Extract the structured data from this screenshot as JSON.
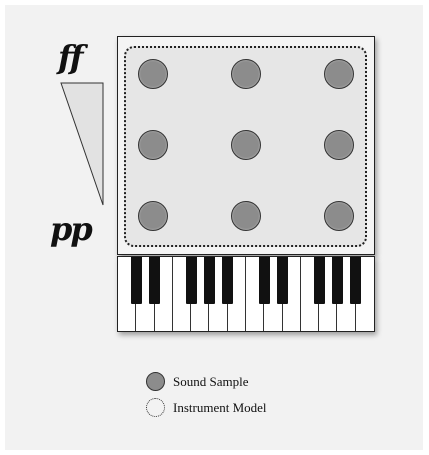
{
  "dynamics": {
    "top_label": "ff",
    "bottom_label": "pp"
  },
  "diagram": {
    "sample_grid": {
      "rows": 3,
      "cols": 3
    },
    "sample_color": "#8c8c8c",
    "background_image": "grand-piano-silhouette"
  },
  "keyboard": {
    "white_keys": 14,
    "black_key_pattern": [
      1,
      1,
      0,
      1,
      1,
      1,
      0
    ]
  },
  "legend": {
    "sound_sample_label": "Sound Sample",
    "instrument_model_label": "Instrument Model"
  }
}
